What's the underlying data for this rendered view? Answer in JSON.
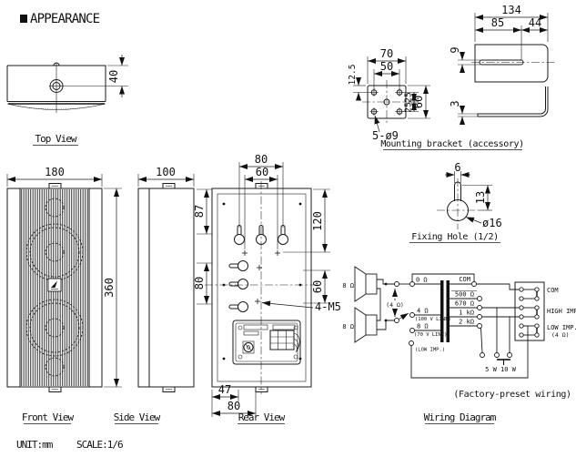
{
  "title": "APPEARANCE",
  "footer": {
    "unit": "UNIT:mm",
    "scale": "SCALE:1/6"
  },
  "top_view": {
    "label": "Top View",
    "dim_depth": "40"
  },
  "front_view": {
    "label": "Front View",
    "dim_width": "180",
    "dim_height": "360"
  },
  "side_view": {
    "label": "Side View",
    "dim_depth": "100"
  },
  "rear_view": {
    "label": "Rear View",
    "dim_slot_span": "80",
    "dim_inner_span": "60",
    "dim_left_top": "87",
    "dim_left_bottom": "80",
    "dim_right_top": "120",
    "dim_right_mid": "60",
    "dim_bottom_offset": "47",
    "dim_bottom_center": "80",
    "thread_callout": "4-M5"
  },
  "bracket": {
    "label": "Mounting bracket (accessory)",
    "dim_width": "70",
    "dim_hole_span": "50",
    "dim_top_offset": "12.5",
    "dim_mid_a": "25",
    "dim_mid_b": "25",
    "dim_height": "60",
    "hole_callout": "5-ø9",
    "dim_length": "134",
    "dim_slot_end": "85",
    "dim_edge": "44",
    "dim_slot_width": "9",
    "dim_thickness": "3"
  },
  "fixing_hole": {
    "label": "Fixing Hole (1/2)",
    "dim_slot": "6",
    "dim_depth": "13",
    "dia_callout": "ø16"
  },
  "wiring": {
    "label": "Wiring Diagram",
    "note": "(Factory-preset wiring)",
    "speaker1": "8 Ω",
    "speaker2": "8 Ω",
    "parallel_impedance": "(4 Ω)",
    "tap_0": "0 Ω",
    "tap_4": "4 Ω",
    "tap_4_note": "(100 V LINE)",
    "tap_8": "8 Ω",
    "tap_8_note": "(70 V LINE)",
    "tap_low": "(LOW IMP.)",
    "sec_com": "COM",
    "sec_500": "500 Ω",
    "sec_670": "670 Ω",
    "sec_1k": "1 kΩ",
    "sec_2k": "2 kΩ",
    "power": "5 W 10 W",
    "term_com": "COM",
    "term_high": "HIGH IMP.",
    "term_low": "LOW IMP.",
    "term_low2": "(4 Ω)"
  }
}
